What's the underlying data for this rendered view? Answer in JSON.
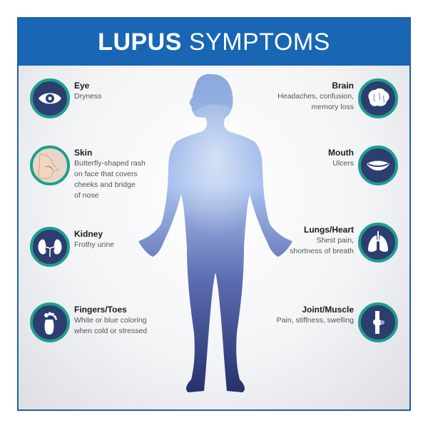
{
  "title": {
    "bold": "LUPUS",
    "light": "SYMPTOMS"
  },
  "colors": {
    "header": "#1866b4",
    "icon_bg": "#2c3e6f",
    "icon_ring": "#1f9e8f",
    "body_top": "#a9c2ee",
    "body_bottom": "#27316b"
  },
  "symptoms": [
    {
      "name": "Eye",
      "desc": "Dryness",
      "icon": "eye-icon"
    },
    {
      "name": "Skin",
      "desc": "Butterfly-shaped rash\non face that covers\ncheeks and bridge\nof nose",
      "icon": "face-profile-icon"
    },
    {
      "name": "Kidney",
      "desc": "Frothy urine",
      "icon": "kidney-icon"
    },
    {
      "name": "Fingers/Toes",
      "desc": "White or blue coloring\nwhen cold or stressed",
      "icon": "foot-icon"
    },
    {
      "name": "Brain",
      "desc": "Headaches, confusion,\nmemory loss",
      "icon": "brain-icon"
    },
    {
      "name": "Mouth",
      "desc": "Ulcers",
      "icon": "mouth-icon"
    },
    {
      "name": "Lungs/Heart",
      "desc": "Shest pain,\nshortness of breath",
      "icon": "lungs-icon"
    },
    {
      "name": "Joint/Muscle",
      "desc": "Pain, stiffness, swelling",
      "icon": "knee-joint-icon"
    }
  ]
}
